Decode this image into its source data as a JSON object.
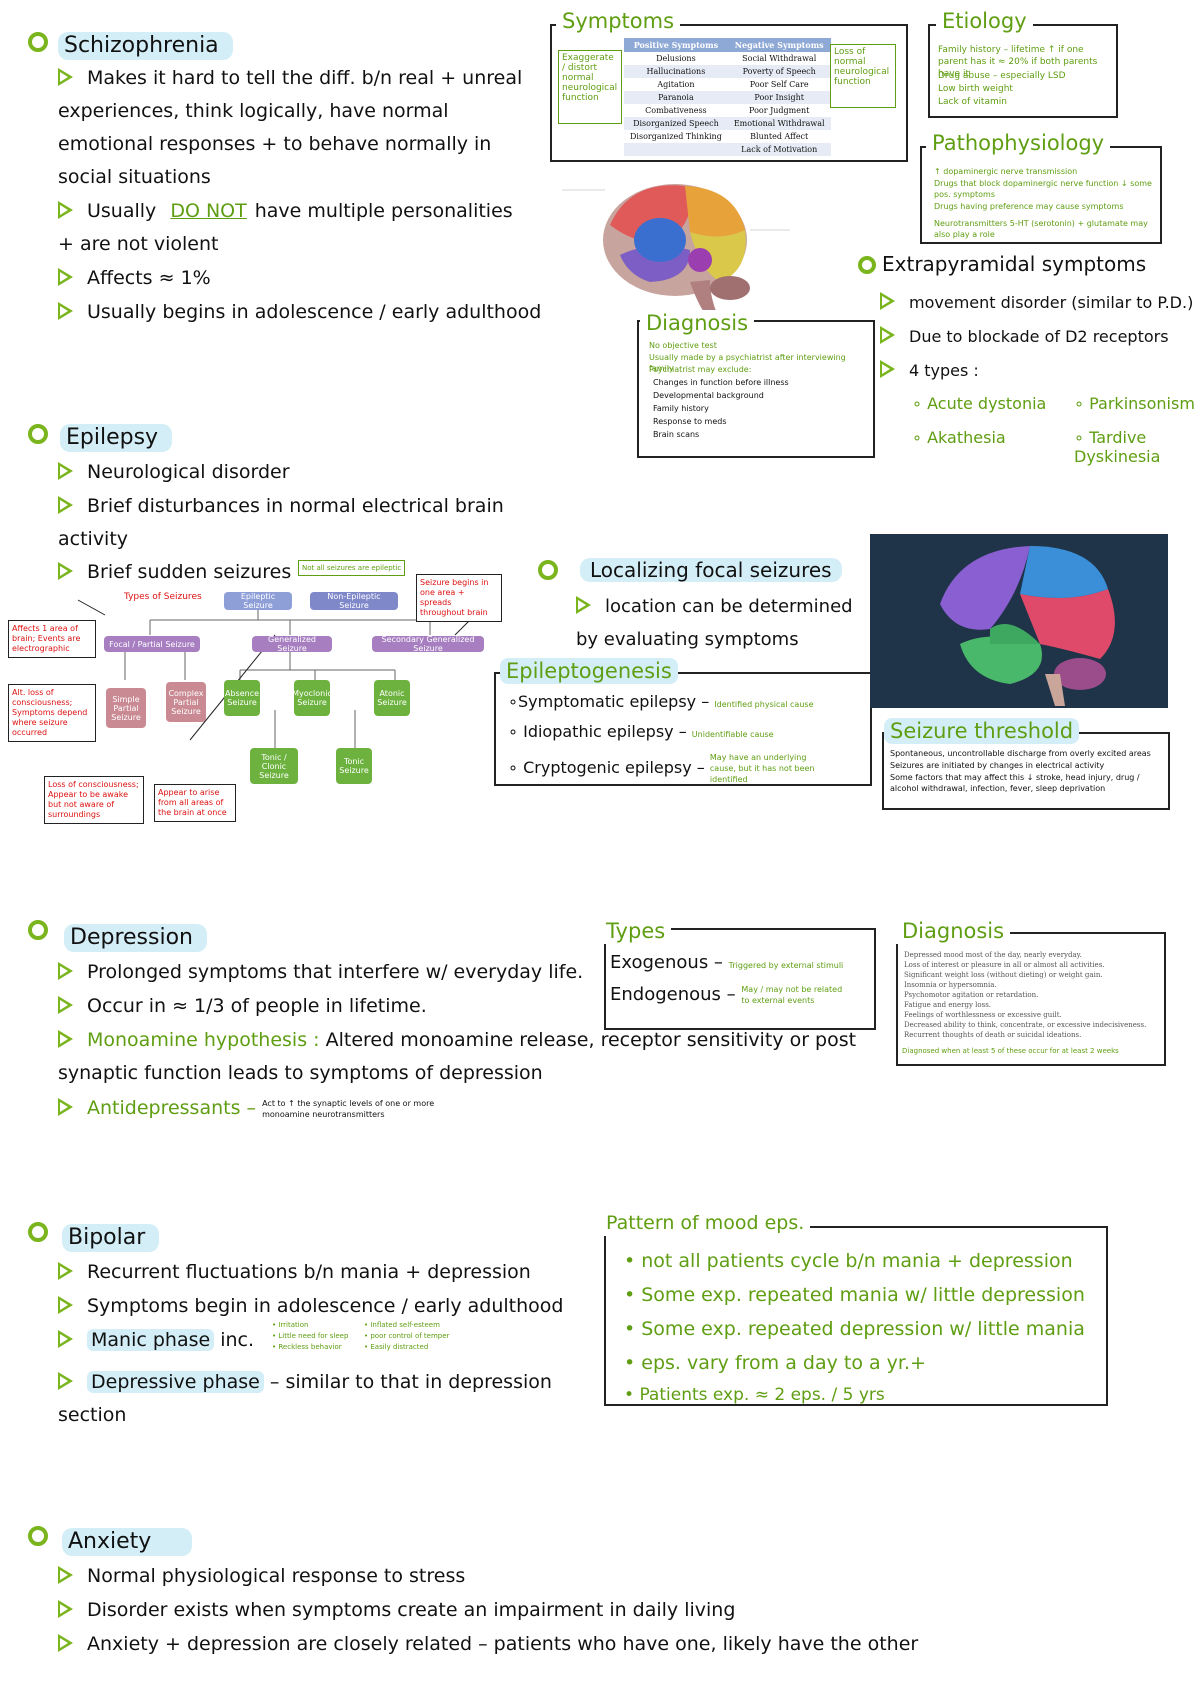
{
  "schizophrenia": {
    "title": "Schizophrenia",
    "bullets": [
      "Makes it hard to tell the diff. b/n real + unreal experiences, think logically, have normal emotional responses + to behave normally in social situations",
      "Usually",
      "DO NOT",
      "have multiple personalities + are not violent",
      "Affects ≈ 1%",
      "Usually begins in adolescence / early adulthood"
    ],
    "symptoms": {
      "title": "Symptoms",
      "left_note": "Exaggerate / distort normal neurological function",
      "right_note": "Loss of normal neurological function",
      "headers": [
        "Positive Symptoms",
        "Negative Symptoms"
      ],
      "rows": [
        [
          "Delusions",
          "Social Withdrawal"
        ],
        [
          "Hallucinations",
          "Poverty of Speech"
        ],
        [
          "Agitation",
          "Poor Self Care"
        ],
        [
          "Paranoia",
          "Poor Insight"
        ],
        [
          "Combativeness",
          "Poor Judgment"
        ],
        [
          "Disorganized Speech",
          "Emotional Withdrawal"
        ],
        [
          "Disorganized Thinking",
          "Blunted Affect"
        ],
        [
          "",
          "Lack of Motivation"
        ]
      ]
    },
    "etiology": {
      "title": "Etiology",
      "lines": [
        "Family history – lifetime ↑ if one parent has it ≈ 20% if both parents have it",
        "Drug abuse – especially LSD",
        "Low birth weight",
        "Lack of vitamin"
      ]
    },
    "pathophysiology": {
      "title": "Pathophysiology",
      "lines": [
        "↑ dopaminergic nerve transmission",
        "Drugs that block dopaminergic nerve function ↓ some pos. symptoms",
        "Drugs having preference may cause symptoms",
        "Neurotransmitters 5-HT (serotonin) + glutamate may also play a role"
      ]
    },
    "diagnosis": {
      "title": "Diagnosis",
      "lines": [
        "No objective test",
        "Usually made by a psychiatrist after interviewing family",
        "Psychiatrist may exclude:",
        "Changes in function before illness",
        "Developmental background",
        "Family history",
        "Response to meds",
        "Brain scans"
      ]
    },
    "eps": {
      "title": "Extrapyramidal symptoms",
      "bullets": [
        "movement disorder (similar to P.D.)",
        "Due to blockade of D2 receptors",
        "4 types :"
      ],
      "types": [
        "Acute dystonia",
        "Parkinsonism",
        "Akathesia",
        "Tardive Dyskinesia"
      ]
    }
  },
  "epilepsy": {
    "title": "Epilepsy",
    "bullets": [
      "Neurological disorder",
      "Brief disturbances in normal electrical brain activity",
      "Brief sudden seizures"
    ],
    "tag_note": "Not all seizures are epileptic",
    "types_label": "Types of Seizures",
    "tree": {
      "top": [
        "Epileptic Seizure",
        "Non-Epileptic Seizure"
      ],
      "mid": [
        "Focal / Partial Seizure",
        "Generalized Seizure",
        "Secondary Generalized Seizure"
      ],
      "focal": [
        "Simple Partial Seizure",
        "Complex Partial Seizure"
      ],
      "general": [
        "Absence Seizure",
        "Myoclonic Seizure",
        "Atonic Seizure",
        "Tonic / Clonic Seizure",
        "Tonic Seizure"
      ]
    },
    "notes": {
      "secondary": "Seizure begins in one area + spreads throughout brain",
      "focal_area": "Affects 1 area of brain; Events are electrographic",
      "complex": "Alt. loss of consciousness; Symptoms depend where seizure occurred",
      "loss": "Loss of consciousness; Appear to be awake but not aware of surroundings",
      "general_note": "Appear to arise from all areas of the brain at once"
    },
    "localizing": {
      "title": "Localizing focal seizures",
      "text": "location can be determined by evaluating symptoms"
    },
    "epileptogenesis": {
      "title": "Epileptogenesis",
      "items": [
        {
          "name": "Symptomatic epilepsy",
          "note": "Identified physical cause"
        },
        {
          "name": "Idiopathic epilepsy",
          "note": "Unidentifiable cause"
        },
        {
          "name": "Cryptogenic epilepsy",
          "note": "May have an underlying cause, but it has not been identified"
        }
      ]
    },
    "threshold": {
      "title": "Seizure threshold",
      "lines": [
        "Spontaneous, uncontrollable discharge from overly excited areas",
        "Seizures are initiated by changes in electrical activity",
        "Some factors that may affect this ↓ stroke, head injury, drug / alcohol withdrawal, infection, fever, sleep deprivation"
      ]
    }
  },
  "depression": {
    "title": "Depression",
    "bullets": [
      "Prolonged symptoms that interfere w/ everyday life.",
      "Occur in ≈ 1/3 of people in lifetime.",
      "Monoamine hypothesis :",
      "Altered monoamine release, receptor sensitivity or post synaptic function leads to symptoms of depression",
      "Antidepressants –",
      "Act to ↑ the synaptic levels of one or more monoamine neurotransmitters"
    ],
    "types": {
      "title": "Types",
      "items": [
        {
          "name": "Exogenous –",
          "note": "Triggered by external stimuli"
        },
        {
          "name": "Endogenous –",
          "note": "May / may not be related to external events"
        }
      ]
    },
    "diagnosis": {
      "title": "Diagnosis",
      "lines": [
        "Depressed mood most of the day, nearly everyday.",
        "Loss of interest or pleasure in all or almost all activities.",
        "Significant weight loss (without dieting) or weight gain.",
        "Insomnia or hypersomnia.",
        "Psychomotor agitation or retardation.",
        "Fatigue and energy loss.",
        "Feelings of worthlessness or excessive guilt.",
        "Decreased ability to think, concentrate, or excessive indecisiveness.",
        "Recurrent thoughts of death or suicidal ideations."
      ],
      "footer": "Diagnosed when at least 5 of these occur for at least 2 weeks"
    }
  },
  "bipolar": {
    "title": "Bipolar",
    "bullets": [
      "Recurrent fluctuations b/n mania + depression",
      "Symptoms begin in adolescence / early adulthood",
      "Manic phase",
      "inc.",
      "Depressive phase",
      "– similar to that in depression section"
    ],
    "manic_notes": [
      "Irritation",
      "Inflated self-esteem",
      "Little need for sleep",
      "poor control of temper",
      "Reckless behavior",
      "Easily distracted"
    ],
    "pattern": {
      "title": "Pattern of mood eps.",
      "lines": [
        "not all patients cycle b/n mania + depression",
        "Some exp. repeated mania w/ little depression",
        "Some exp. repeated depression w/ little mania",
        "eps. vary from a day to a yr.+",
        "Patients exp. ≈ 2 eps. / 5 yrs"
      ]
    }
  },
  "anxiety": {
    "title": "Anxiety",
    "bullets": [
      "Normal physiological response to stress",
      "Disorder exists when symptoms create an impairment in daily living",
      "Anxiety + depression are closely related – patients who have one, likely have the other"
    ]
  },
  "colors": {
    "accent": "#7ab51d",
    "highlight": "#d4eef8",
    "note_red": "#d11111"
  }
}
